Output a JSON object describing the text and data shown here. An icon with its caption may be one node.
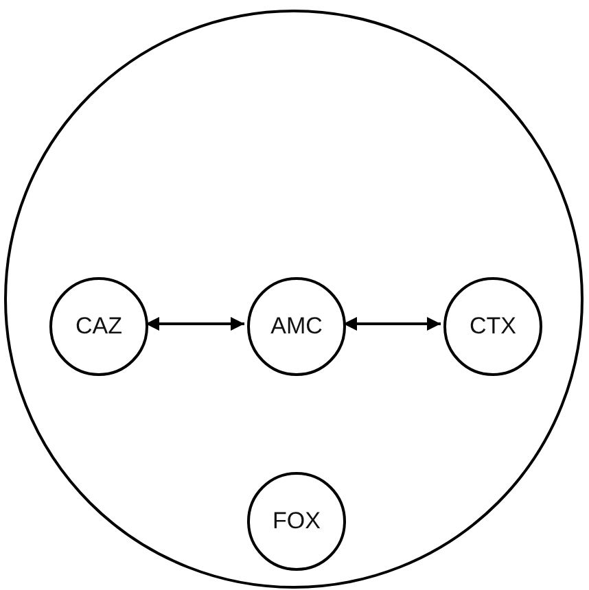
{
  "diagram": {
    "nodes": [
      {
        "text": [],
        "shape": "circle"
      },
      {
        "text": [
          "CAZ"
        ],
        "in": 0
      },
      {
        "text": [
          "AMC"
        ],
        "in": 0
      },
      {
        "text": [
          "CTX"
        ],
        "in": 0
      },
      {
        "text": [
          "FOX"
        ],
        "in": 0
      }
    ],
    "edges": [
      {
        "from": 1,
        "to": 2,
        "arrow": "both"
      },
      {
        "from": 2,
        "to": 3,
        "arrow": "both"
      }
    ]
  }
}
